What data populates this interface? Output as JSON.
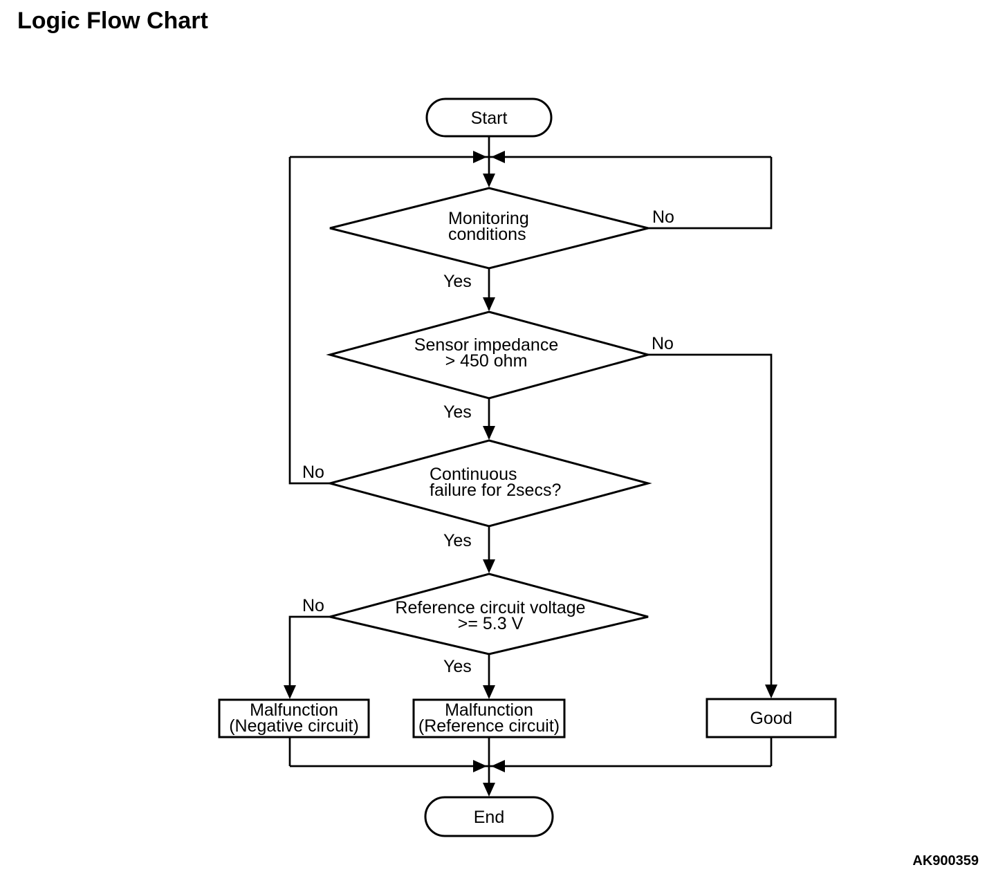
{
  "page": {
    "title": "Logic Flow Chart",
    "figure_code": "AK900359"
  },
  "flowchart": {
    "start_label": "Start",
    "end_label": "End",
    "decisions": {
      "monitoring": {
        "line1": "Monitoring",
        "line2": "conditions",
        "yes": "Yes",
        "no": "No"
      },
      "impedance": {
        "line1": "Sensor impedance",
        "line2": "> 450 ohm",
        "yes": "Yes",
        "no": "No"
      },
      "continuity": {
        "line1": "Continuous",
        "line2": "failure for 2secs?",
        "yes": "Yes",
        "no": "No"
      },
      "reference_voltage": {
        "line1": "Reference circuit voltage",
        "line2": ">= 5.3 V",
        "yes": "Yes",
        "no": "No"
      }
    },
    "outcomes": {
      "negative": {
        "line1": "Malfunction",
        "line2": "(Negative circuit)"
      },
      "reference": {
        "line1": "Malfunction",
        "line2": "(Reference circuit)"
      },
      "good": {
        "label": "Good"
      }
    },
    "colors": {
      "line": "#000000",
      "fill": "#ffffff",
      "text": "#000000"
    }
  }
}
